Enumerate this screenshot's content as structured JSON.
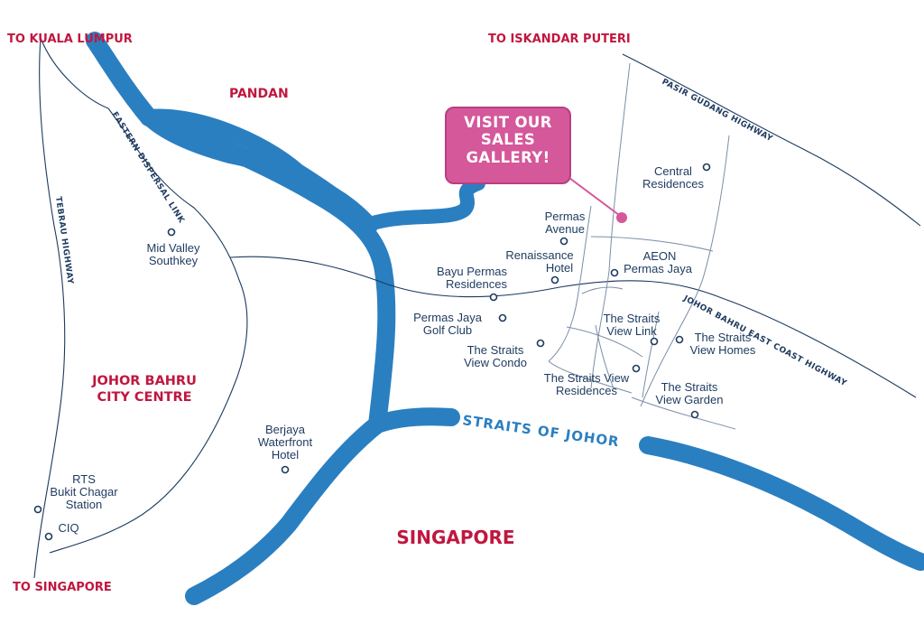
{
  "colors": {
    "river": "#2a7fc1",
    "road": "#1d3a5f",
    "region_text": "#c0173f",
    "callout_bg": "#d4589a",
    "poi_text": "#1d3a5f"
  },
  "directions": {
    "kuala_lumpur": "TO KUALA LUMPUR",
    "iskandar_puteri": "TO ISKANDAR PUTERI",
    "singapore": "TO SINGAPORE"
  },
  "regions": {
    "pandan": "PANDAN",
    "jb_city_centre_line1": "JOHOR BAHRU",
    "jb_city_centre_line2": "CITY CENTRE",
    "singapore": "SINGAPORE"
  },
  "water": {
    "straits": "STRAITS OF JOHOR"
  },
  "roads": {
    "eastern_dispersal_link": "EASTERN DISPERSAL LINK",
    "tebrau_highway": "TEBRAU HIGHWAY",
    "pasir_gudang_highway": "PASIR GUDANG HIGHWAY",
    "jb_east_coast_highway": "JOHOR BAHRU EAST COAST HIGHWAY"
  },
  "callout": {
    "line1": "VISIT OUR",
    "line2": "SALES",
    "line3": "GALLERY!"
  },
  "pois": {
    "central_residences": [
      "Central",
      "Residences"
    ],
    "permas_avenue": [
      "Permas",
      "Avenue"
    ],
    "renaissance_hotel": [
      "Renaissance",
      "Hotel"
    ],
    "aeon_permas_jaya": [
      "AEON",
      "Permas Jaya"
    ],
    "bayu_permas": [
      "Bayu Permas",
      "Residences"
    ],
    "mid_valley": [
      "Mid Valley",
      "Southkey"
    ],
    "permas_jaya_golf": [
      "Permas Jaya",
      "Golf Club"
    ],
    "straits_view_link": [
      "The Straits",
      "View Link"
    ],
    "straits_view_homes": [
      "The Straits",
      "View Homes"
    ],
    "straits_view_condo": [
      "The Straits",
      "View Condo"
    ],
    "straits_view_residences": [
      "The Straits View",
      "Residences"
    ],
    "straits_view_garden": [
      "The Straits",
      "View Garden"
    ],
    "berjaya_waterfront": [
      "Berjaya",
      "Waterfront",
      "Hotel"
    ],
    "rts_bukit_chagar": [
      "RTS",
      "Bukit Chagar",
      "Station"
    ],
    "ciq": [
      "CIQ"
    ]
  }
}
